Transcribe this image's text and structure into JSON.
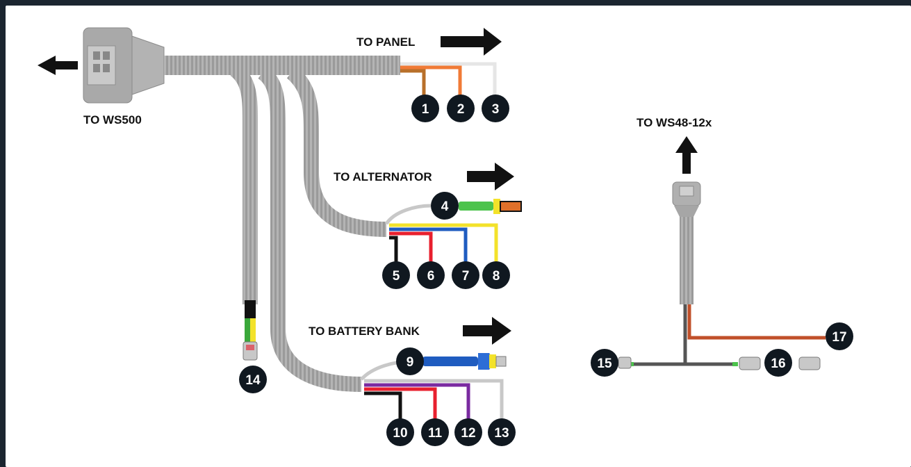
{
  "labels": {
    "to_ws500": "TO WS500",
    "to_panel": "TO PANEL",
    "to_alternator": "TO ALTERNATOR",
    "to_battery_bank": "TO BATTERY BANK",
    "to_ws48": "TO WS48-12x"
  },
  "badges": [
    "1",
    "2",
    "3",
    "4",
    "5",
    "6",
    "7",
    "8",
    "9",
    "10",
    "11",
    "12",
    "13",
    "14",
    "15",
    "16",
    "17"
  ],
  "colors": {
    "brown": "#b8702a",
    "orange": "#f07a36",
    "white": "#e6e6e6",
    "gray": "#c8c8c8",
    "black": "#111111",
    "red": "#e8202e",
    "blue": "#1f5cc0",
    "yellow": "#f3e22a",
    "purple": "#7a2aa0",
    "green": "#3aa83a",
    "rust": "#c0502a"
  }
}
